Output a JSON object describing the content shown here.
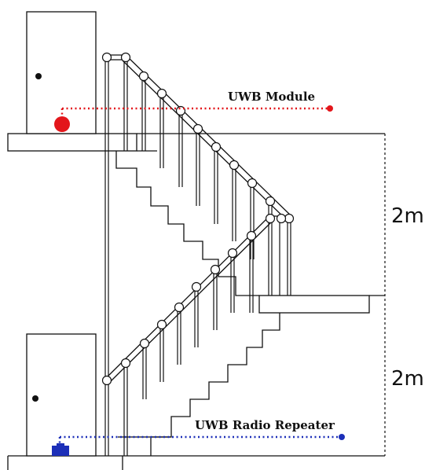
{
  "labels": {
    "top_device": "UWB Module",
    "bottom_device": "UWB Radio Repeater",
    "height_upper": "2m",
    "height_lower": "2m"
  },
  "colors": {
    "line": "#111111",
    "module": "#e3161b",
    "repeater": "#1c2fb8"
  },
  "icons": {
    "module": "red-circle-marker",
    "repeater": "blue-box-marker"
  }
}
